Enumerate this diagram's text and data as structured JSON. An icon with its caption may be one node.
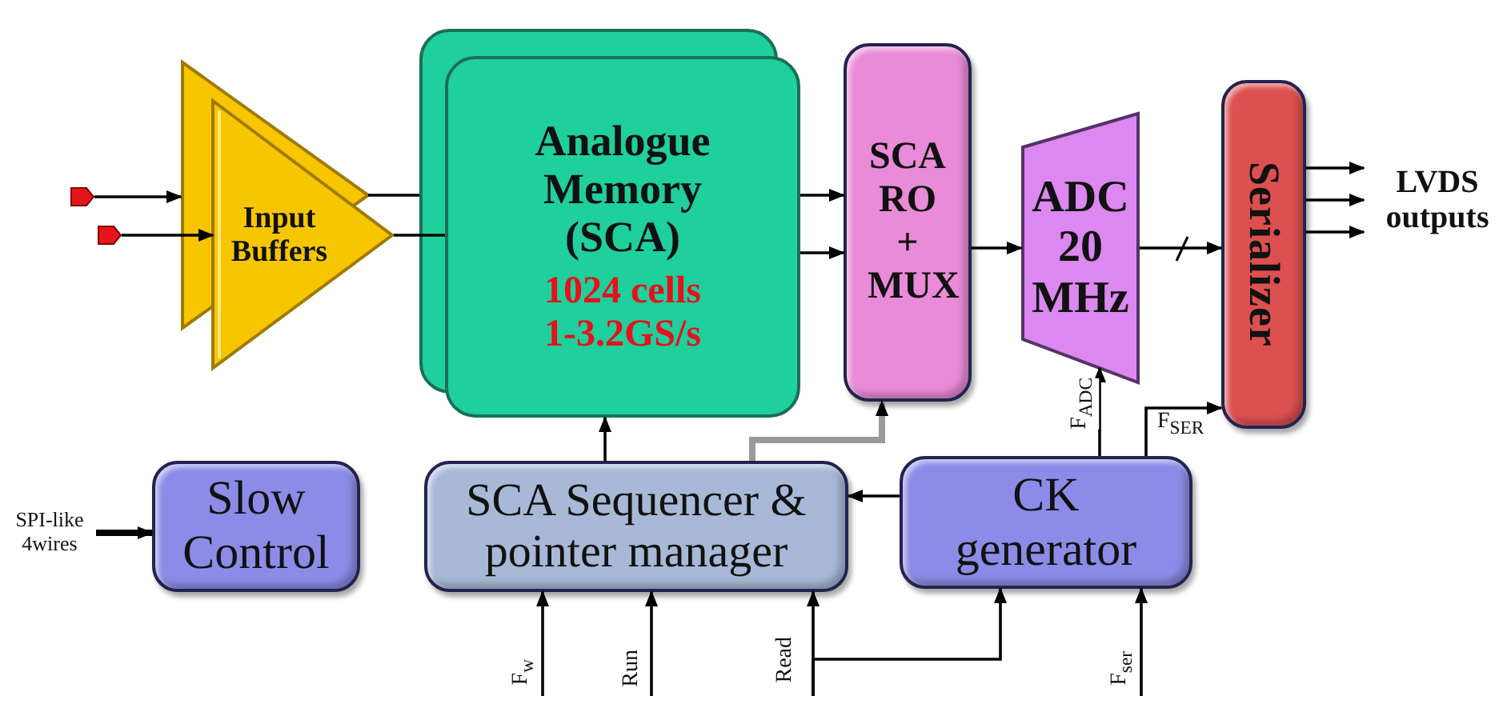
{
  "diagram": {
    "nodes": [
      {
        "text": [],
        "shape": "pad"
      },
      {
        "text": [],
        "shape": "pad"
      },
      {
        "text": [
          "Input Buffers"
        ]
      },
      {
        "text": [
          "Analogue Memory (SCA)",
          "1024 cells",
          "1-3.2GS/s"
        ]
      },
      {
        "text": [
          "SCA RO + MUX"
        ]
      },
      {
        "text": [
          "ADC 20 MHz"
        ]
      },
      {
        "text": [
          "Serializer"
        ]
      },
      {
        "text": [
          "LVDS outputs"
        ]
      },
      {
        "text": [
          "Slow Control"
        ]
      },
      {
        "text": [
          "SCA Sequencer & pointer manager"
        ]
      },
      {
        "text": [
          "CK generator"
        ]
      },
      {
        "text": [
          "SPI-like 4wires"
        ]
      },
      {
        "text": [
          "Read"
        ]
      },
      {
        "text": [
          "F$_{w}$"
        ]
      },
      {
        "text": [
          "Run"
        ]
      },
      {
        "text": [
          "F$_{ser}$"
        ]
      }
    ],
    "edges": [
      {
        "from": 0,
        "to": 2,
        "arrow": "to"
      },
      {
        "from": 1,
        "to": 2,
        "arrow": "to"
      },
      {
        "from": 2,
        "to": 3,
        "arrow": "none"
      },
      {
        "from": 2,
        "to": 3,
        "arrow": "none"
      },
      {
        "from": 3,
        "to": 4,
        "arrow": "to"
      },
      {
        "from": 3,
        "to": 4,
        "arrow": "to"
      },
      {
        "from": 4,
        "to": 5,
        "arrow": "to"
      },
      {
        "from": 5,
        "to": 6,
        "arrow": "to"
      },
      {
        "from": 6,
        "to": 7,
        "arrow": "to"
      },
      {
        "from": 6,
        "to": 7,
        "arrow": "to"
      },
      {
        "from": 6,
        "to": 7,
        "arrow": "to"
      },
      {
        "from": 11,
        "to": 8,
        "arrow": "to",
        "style": "thick"
      },
      {
        "from": 10,
        "to": 9,
        "arrow": "to"
      },
      {
        "from": 9,
        "to": 3,
        "arrow": "to"
      },
      {
        "from": 9,
        "to": 4,
        "arrow": "to",
        "style": "thick",
        "color": "#9a9a9a"
      },
      {
        "from": 10,
        "to": 5,
        "arrow": "to",
        "label": "F$_{ADC}$"
      },
      {
        "from": 10,
        "to": 6,
        "arrow": "to",
        "label": "F$_{SER}$"
      },
      {
        "from": 12,
        "to": 9,
        "arrow": "to"
      },
      {
        "from": 12,
        "to": 10,
        "arrow": "to"
      },
      {
        "from": 13,
        "to": 9,
        "arrow": "to"
      },
      {
        "from": 14,
        "to": 9,
        "arrow": "to"
      },
      {
        "from": 15,
        "to": 10,
        "arrow": "to"
      }
    ]
  }
}
